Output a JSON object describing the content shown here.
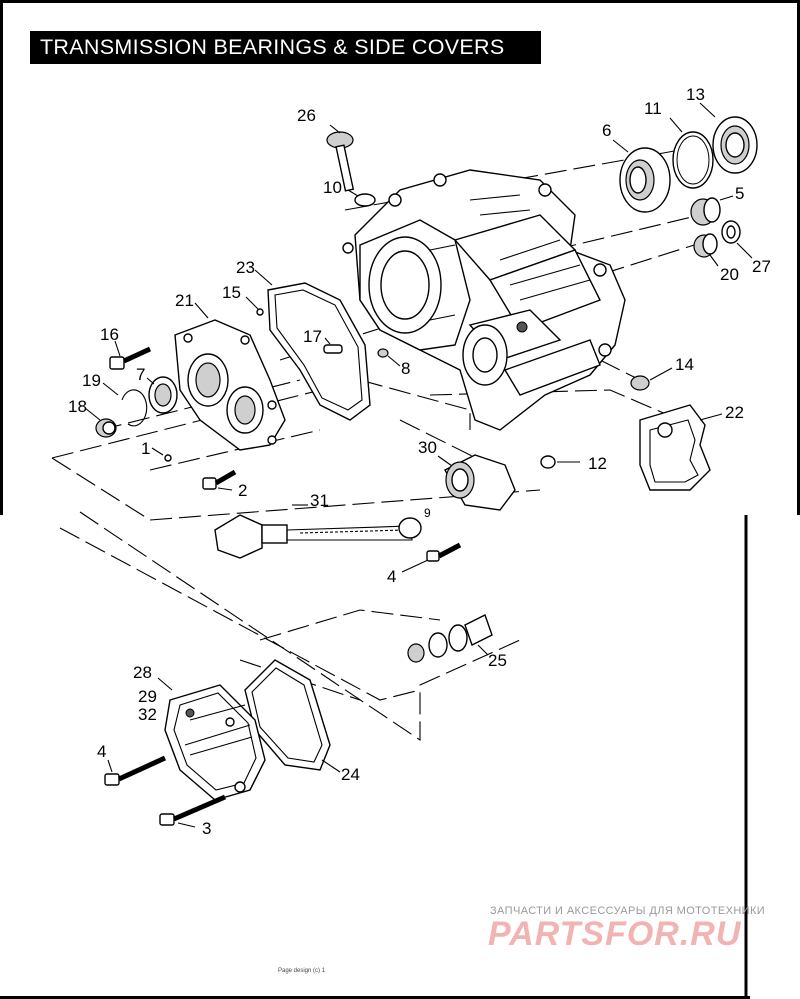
{
  "header": {
    "title": "TRANSMISSION BEARINGS & SIDE COVERS"
  },
  "callouts": [
    "1",
    "2",
    "3",
    "4",
    "5",
    "6",
    "7",
    "8",
    "9",
    "10",
    "11",
    "12",
    "13",
    "14",
    "15",
    "16",
    "17",
    "18",
    "19",
    "20",
    "21",
    "22",
    "23",
    "24",
    "25",
    "26",
    "27",
    "28",
    "29",
    "30",
    "31",
    "32"
  ],
  "labels": {
    "l26": "26",
    "l10": "10",
    "l11": "11",
    "l13": "13",
    "l6": "6",
    "l5": "5",
    "l27": "27",
    "l20": "20",
    "l23": "23",
    "l15": "15",
    "l21": "21",
    "l16": "16",
    "l17": "17",
    "l8": "8",
    "l14": "14",
    "l22": "22",
    "l7": "7",
    "l19": "19",
    "l18": "18",
    "l1": "1",
    "l2": "2",
    "l30": "30",
    "l12": "12",
    "l31": "31",
    "l9": "9",
    "l4a": "4",
    "l25": "25",
    "l28": "28",
    "l29": "29",
    "l32": "32",
    "l4b": "4",
    "l24": "24",
    "l3": "3"
  },
  "watermark": {
    "tagline": "ЗАПЧАСТИ И АКСЕССУАРЫ ДЛЯ МОТОТЕХНИКИ",
    "brand": "PARTSFOR.RU"
  },
  "footer": {
    "text": "Page design (c) 1"
  }
}
